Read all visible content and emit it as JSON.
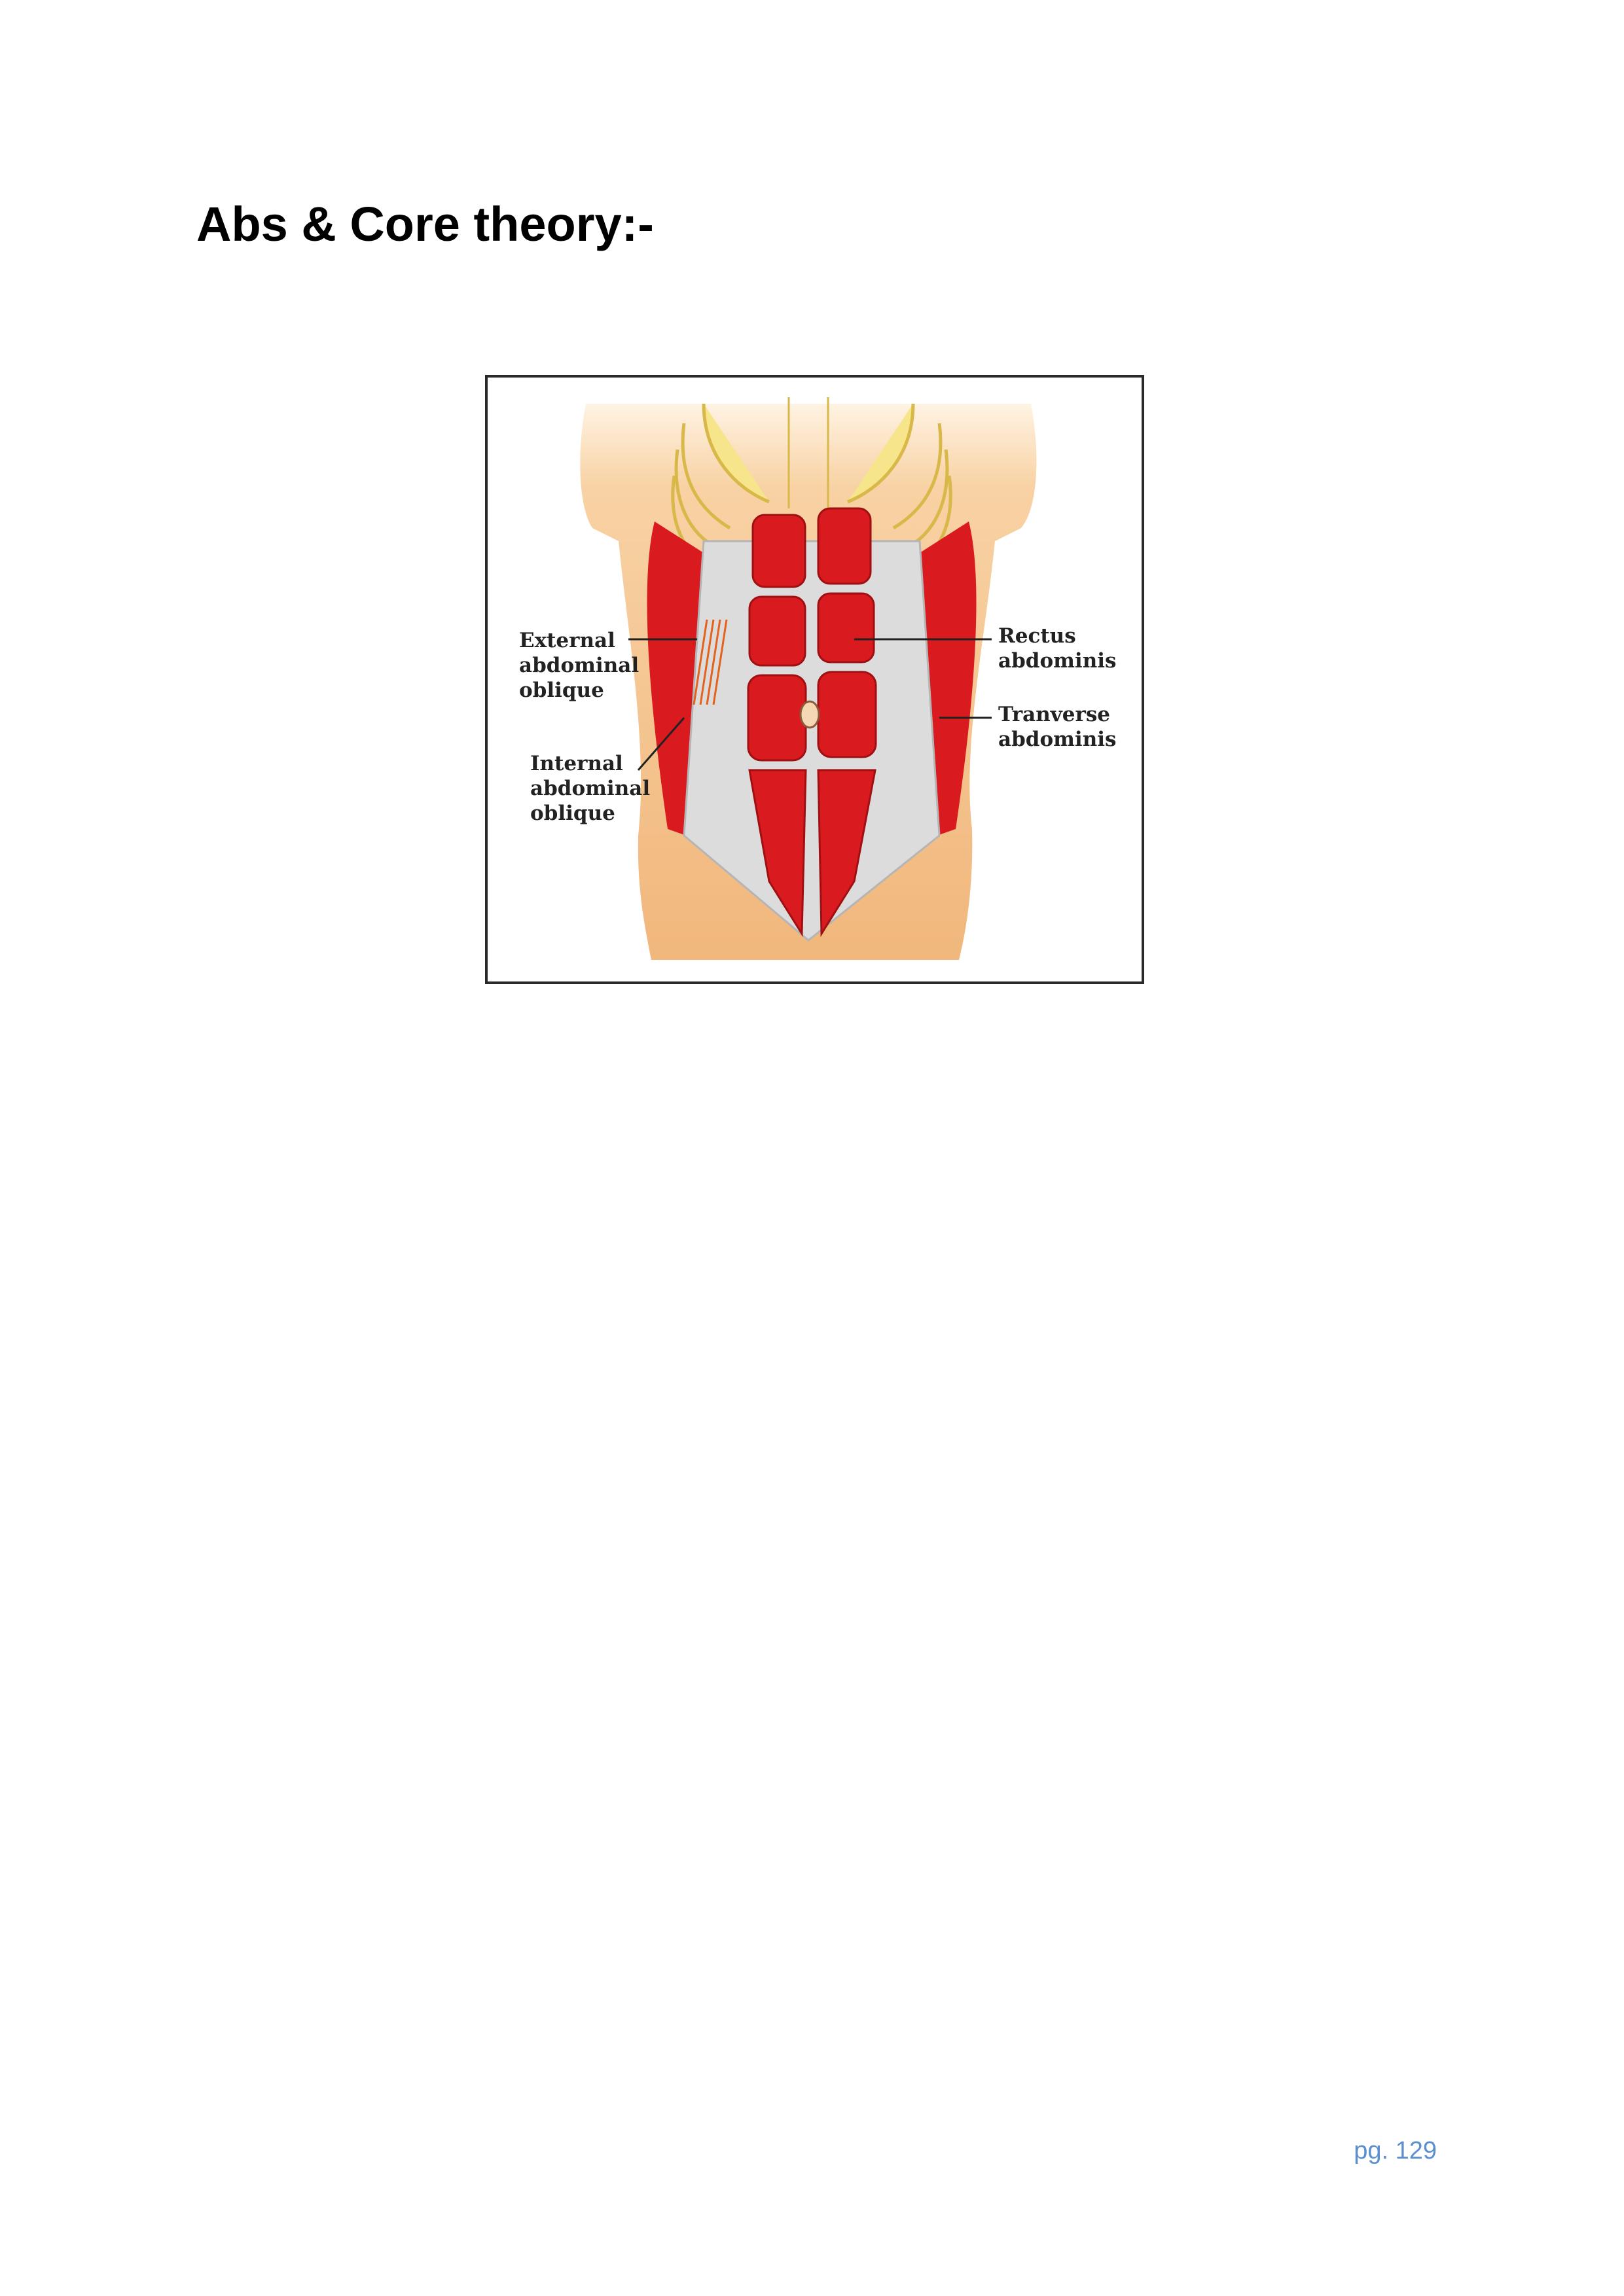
{
  "document": {
    "heading": "Abs & Core theory:-",
    "page_number": "pg. 129"
  },
  "figure": {
    "labels": {
      "external_oblique": [
        "External",
        "abdominal",
        "oblique"
      ],
      "internal_oblique": [
        "Internal",
        "abdominal",
        "oblique"
      ],
      "rectus": [
        "Rectus",
        "abdominis"
      ],
      "transverse": [
        "Tranverse",
        "abdominis"
      ]
    },
    "colors": {
      "skin": "#f5c08a",
      "muscle": "#d91a1f",
      "fascia": "#dcdcdc",
      "ribs": "#f3e07a"
    }
  }
}
